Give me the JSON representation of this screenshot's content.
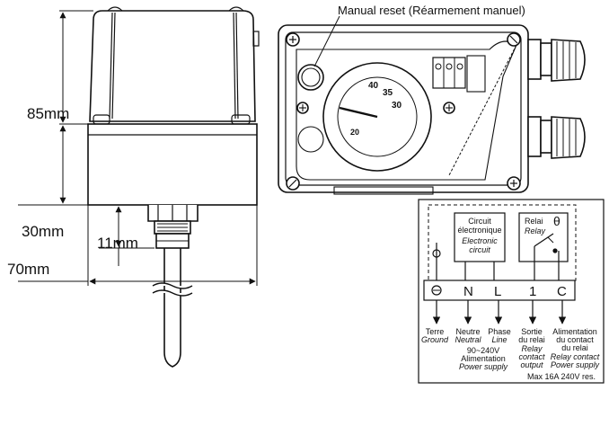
{
  "dimensions": {
    "height_main": "85mm",
    "height_base": "30mm",
    "height_fitting": "11mm",
    "width": "70mm"
  },
  "callout": {
    "manual_reset": "Manual reset (Réarmement manuel)"
  },
  "dial": {
    "scale_40": "40",
    "scale_35": "35",
    "scale_30": "30",
    "scale_20": "20"
  },
  "wiring": {
    "circuit_fr_1": "Circuit",
    "circuit_fr_2": "électronique",
    "circuit_en_1": "Electronic",
    "circuit_en_2": "circuit",
    "relay_fr": "Relai",
    "relay_en": "Relay",
    "theta": "θ",
    "terminals": {
      "n": "N",
      "l": "L",
      "one": "1",
      "c": "C"
    },
    "labels": {
      "earth_fr": "Terre",
      "earth_en": "Ground",
      "neutral_fr": "Neutre",
      "neutral_en": "Neutral",
      "phase_fr": "Phase",
      "phase_en": "Line",
      "relay_out_fr_1": "Sortie",
      "relay_out_fr_2": "du relai",
      "relay_out_en_1": "Relay",
      "relay_out_en_2": "contact",
      "relay_out_en_3": "output",
      "relay_supply_fr_1": "Alimentation",
      "relay_supply_fr_2": "du contact",
      "relay_supply_fr_3": "du relai",
      "relay_supply_en_1": "Relay contact",
      "relay_supply_en_2": "Power supply",
      "supply_voltage": "90~240V",
      "supply_fr": "Alimentation",
      "supply_en": "Power supply",
      "max_rating": "Max 16A 240V res."
    }
  }
}
